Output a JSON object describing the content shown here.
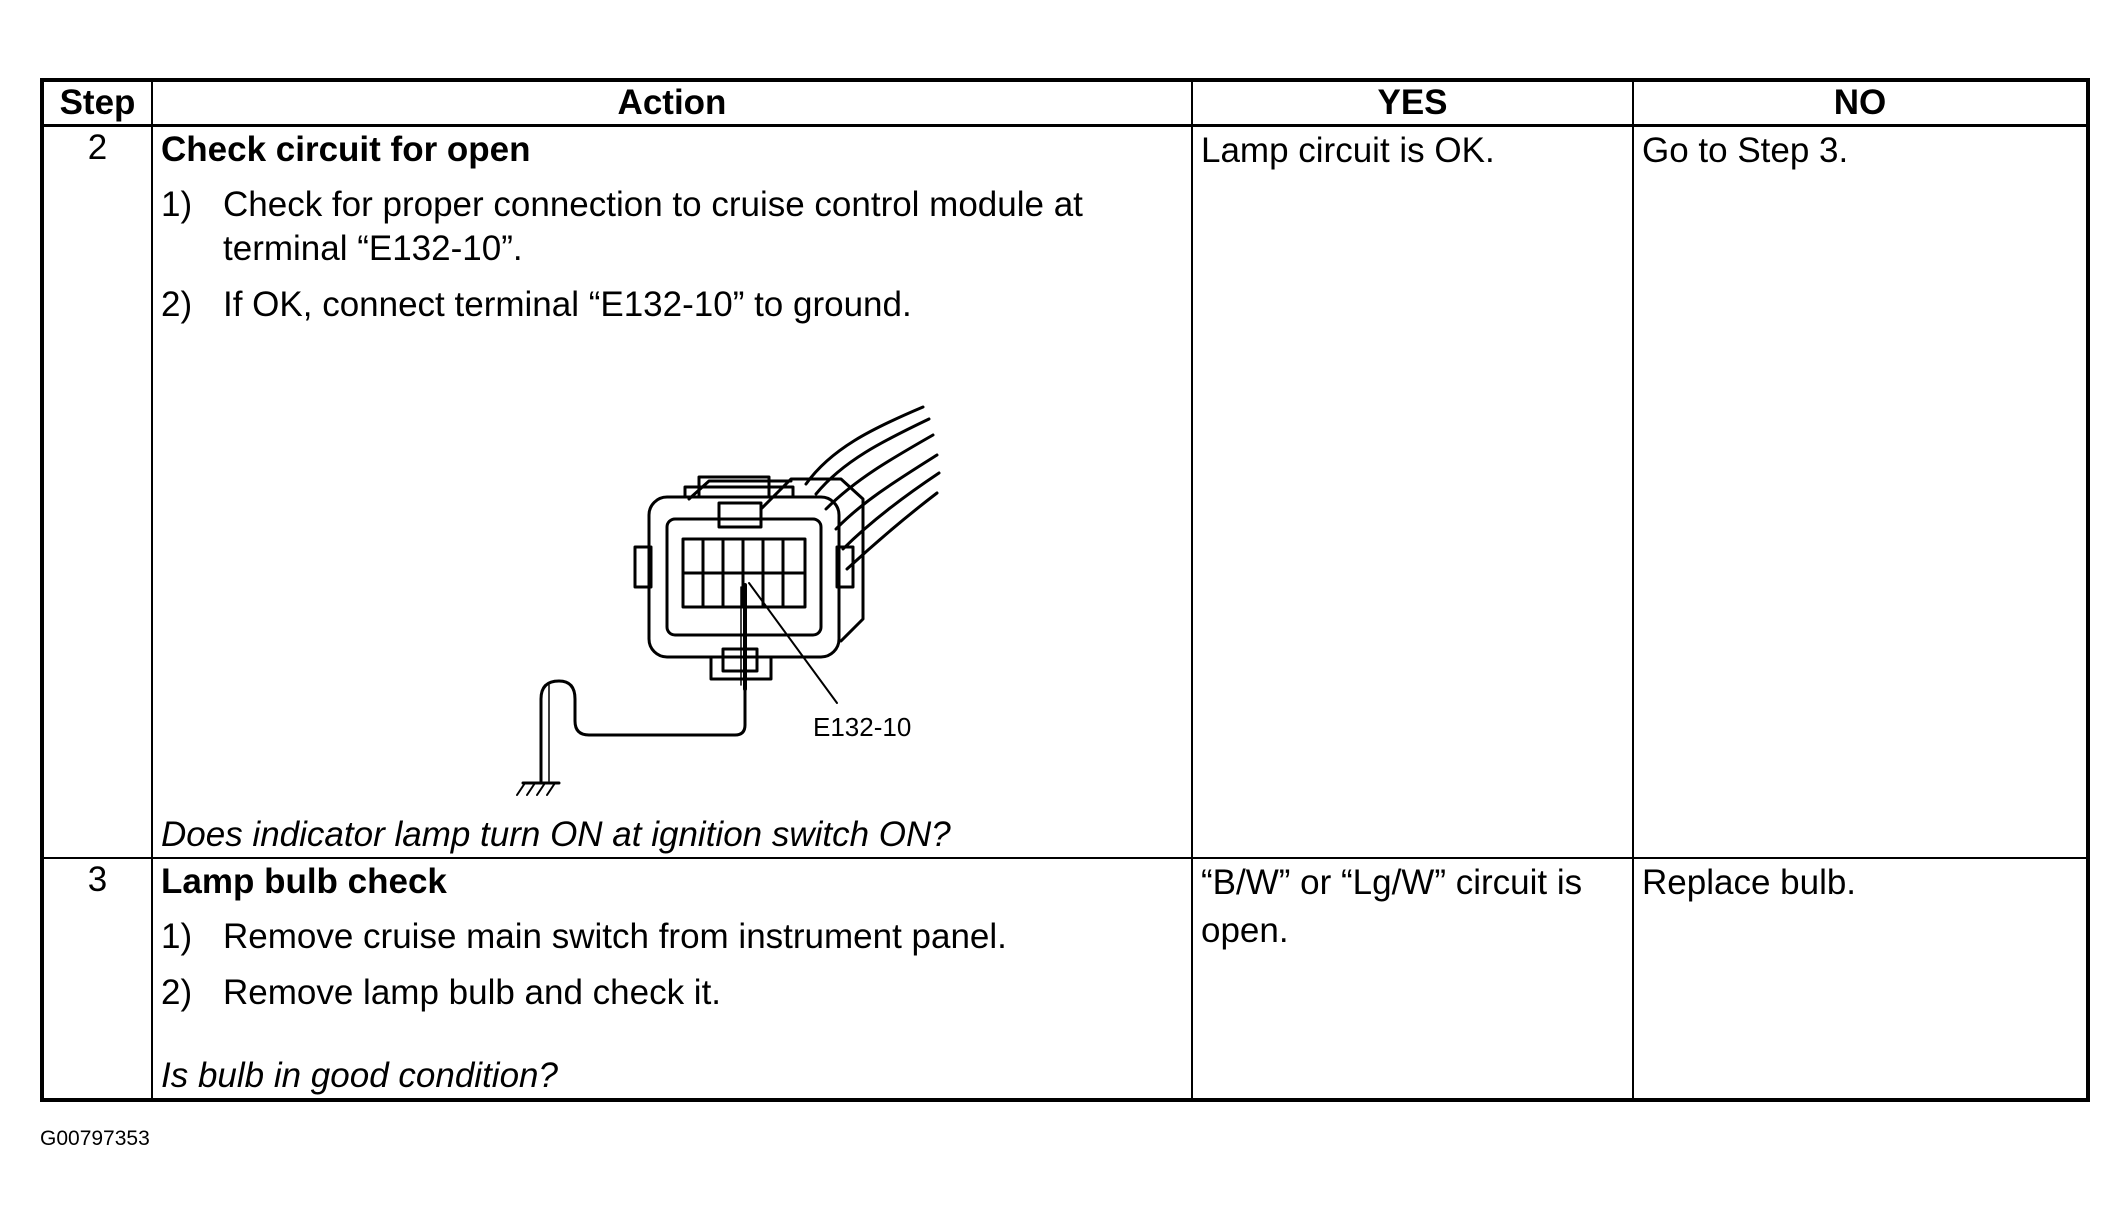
{
  "table": {
    "headers": {
      "step": "Step",
      "action": "Action",
      "yes": "YES",
      "no": "NO"
    },
    "rows": [
      {
        "step": "2",
        "title": "Check circuit for open",
        "items": [
          {
            "num": "1)",
            "text": "Check for proper connection to cruise control module at terminal “E132-10”."
          },
          {
            "num": "2)",
            "text": "If OK, connect terminal “E132-10” to ground."
          }
        ],
        "figure_label": "E132-10",
        "question": "Does indicator lamp turn ON at ignition switch ON?",
        "yes": "Lamp circuit is OK.",
        "no": "Go to Step 3."
      },
      {
        "step": "3",
        "title": "Lamp bulb check",
        "items": [
          {
            "num": "1)",
            "text": "Remove cruise main switch from instrument panel."
          },
          {
            "num": "2)",
            "text": "Remove lamp bulb and check it."
          }
        ],
        "question": "Is bulb in good condition?",
        "yes": "“B/W” or “Lg/W” circuit is open.",
        "no": "Replace bulb."
      }
    ]
  },
  "footnote": "G00797353"
}
